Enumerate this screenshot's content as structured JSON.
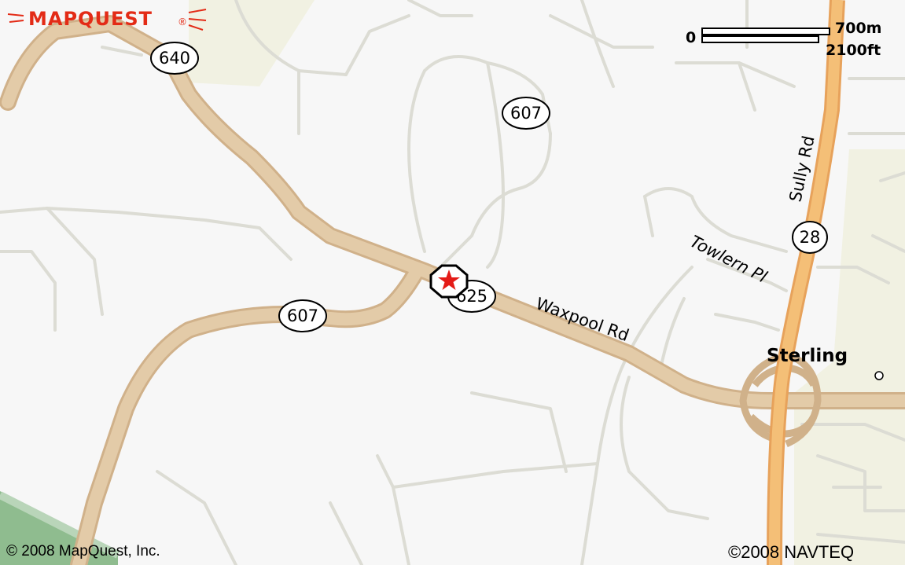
{
  "brand": {
    "logo_text": "MAPQUEST",
    "logo_color": "#e32b16"
  },
  "scale_bar": {
    "zero": "0",
    "metric": "700m",
    "imperial": "2100ft"
  },
  "colors": {
    "background": "#f7f7f7",
    "minor_road": "#dcdcd4",
    "arterial_road": "#e3cba8",
    "arterial_casing": "#d0b18a",
    "highway": "#f4bf77",
    "highway_casing": "#e7a25b",
    "urban_area": "#f1f1e2",
    "park": "#8fbc8f",
    "marker": "#e41b17"
  },
  "route_shields": [
    {
      "id": "shield-640",
      "label": "640"
    },
    {
      "id": "shield-607-north",
      "label": "607"
    },
    {
      "id": "shield-607-west",
      "label": "607"
    },
    {
      "id": "shield-625",
      "label": "625"
    },
    {
      "id": "shield-28",
      "label": "28"
    }
  ],
  "road_labels": {
    "waxpool": "Waxpool Rd",
    "sully": "Sully Rd",
    "towlern": "Towlern Pl"
  },
  "places": {
    "sterling": "Sterling"
  },
  "marker": {
    "icon": "star-icon"
  },
  "copyright": {
    "mapquest": "© 2008 MapQuest, Inc.",
    "navteq": "©2008 NAVTEQ"
  }
}
